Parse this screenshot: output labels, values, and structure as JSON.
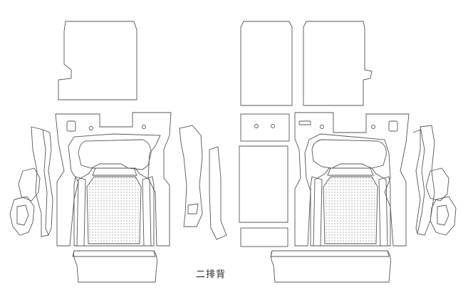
{
  "caption": "二排背",
  "colors": {
    "outline": "#555555",
    "dot_fill": "#999999",
    "background": "#ffffff"
  },
  "groups": [
    "left-seat-pattern-set",
    "right-seat-pattern-set"
  ]
}
